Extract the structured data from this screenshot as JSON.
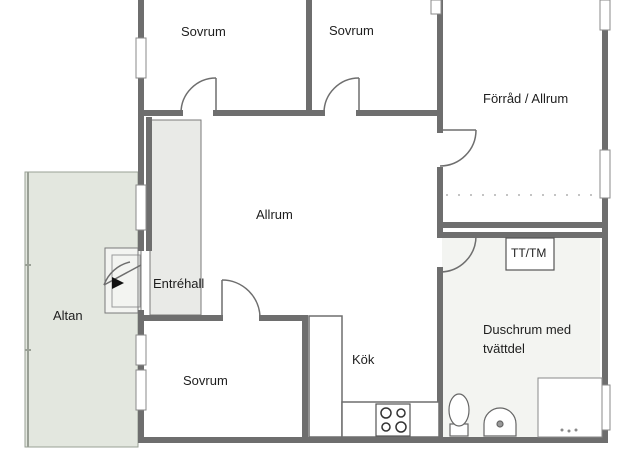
{
  "floorplan": {
    "colors": {
      "wall": "#6e6e6e",
      "floor": "#ffffff",
      "outdoor": "#e3e7df",
      "tile": "#f3f4f1",
      "fixture_line": "#7a7a7a"
    },
    "rooms": {
      "sovrum_top_left": "Sovrum",
      "sovrum_top_mid": "Sovrum",
      "forrad_allrum": "Förråd / Allrum",
      "allrum": "Allrum",
      "entrehall": "Entréhall",
      "altan": "Altan",
      "kok": "Kök",
      "sovrum_bottom": "Sovrum",
      "duschrum": "Duschrum med tvättdel"
    },
    "fixtures": {
      "tt_tm": "TT/TM"
    },
    "icons": {
      "entry_marker": "triangle-entry-icon",
      "stove": "stove-icon",
      "toilet": "toilet-icon",
      "sink": "sink-icon"
    }
  }
}
